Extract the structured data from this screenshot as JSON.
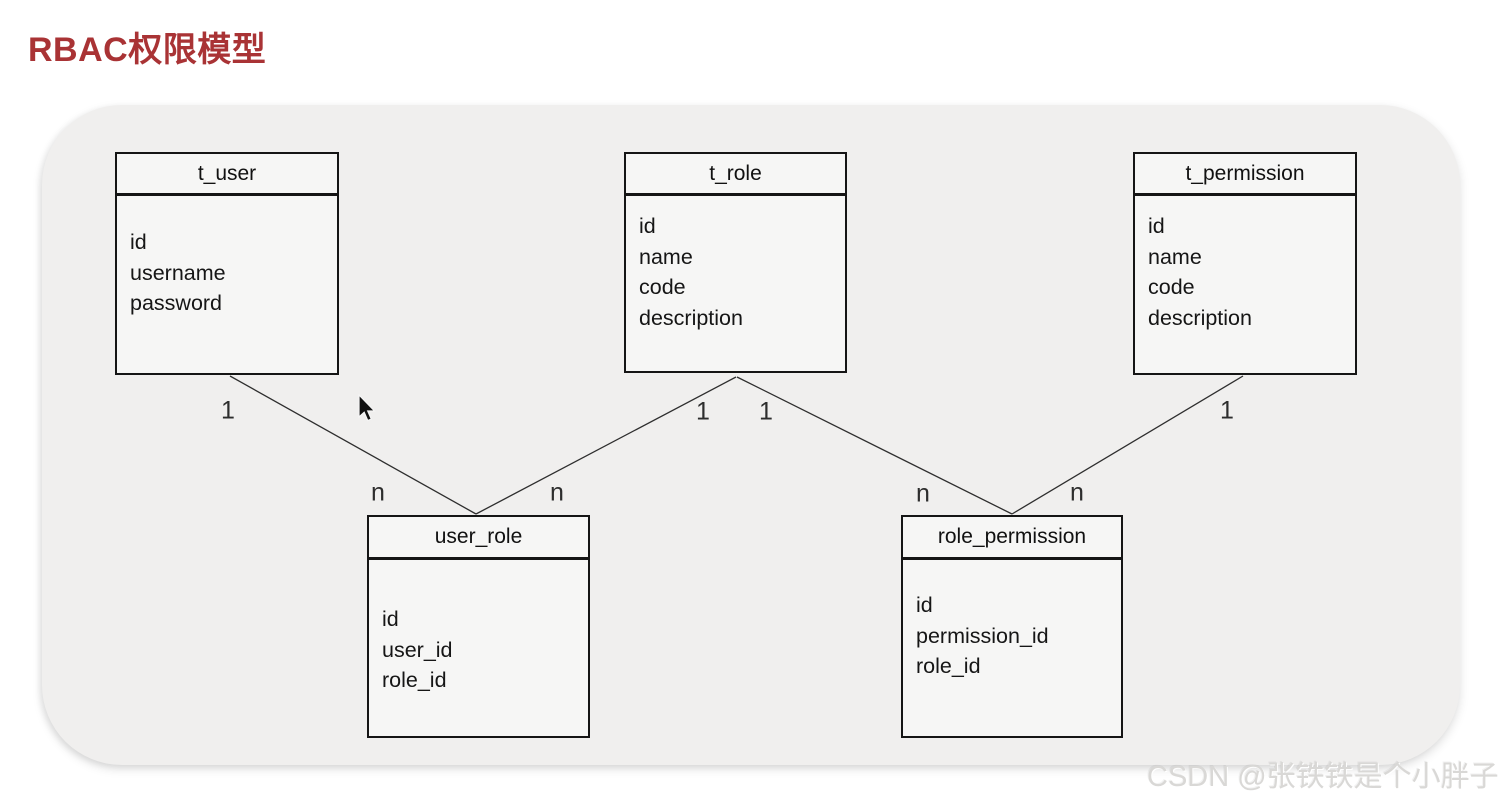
{
  "page": {
    "title": "RBAC权限模型",
    "watermark": "CSDN @张铁铁是个小胖子"
  },
  "colors": {
    "title": "#a93335",
    "canvas_bg": "#f0efee",
    "entity_bg": "#f6f6f5",
    "border": "#151515",
    "text": "#161616",
    "watermark": "#d9d8d6"
  },
  "entities": [
    {
      "name": "t_user",
      "fields": [
        "id",
        "username",
        "password"
      ]
    },
    {
      "name": "t_role",
      "fields": [
        "id",
        "name",
        "code",
        "description"
      ]
    },
    {
      "name": "t_permission",
      "fields": [
        "id",
        "name",
        "code",
        "description"
      ]
    },
    {
      "name": "user_role",
      "fields": [
        "id",
        "user_id",
        "role_id"
      ]
    },
    {
      "name": "role_permission",
      "fields": [
        "id",
        "permission_id",
        "role_id"
      ]
    }
  ],
  "relations": [
    {
      "from": "t_user",
      "to": "user_role",
      "from_card": "1",
      "to_card": "n"
    },
    {
      "from": "t_role",
      "to": "user_role",
      "from_card": "1",
      "to_card": "n"
    },
    {
      "from": "t_role",
      "to": "role_permission",
      "from_card": "1",
      "to_card": "n"
    },
    {
      "from": "t_permission",
      "to": "role_permission",
      "from_card": "1",
      "to_card": "n"
    }
  ]
}
